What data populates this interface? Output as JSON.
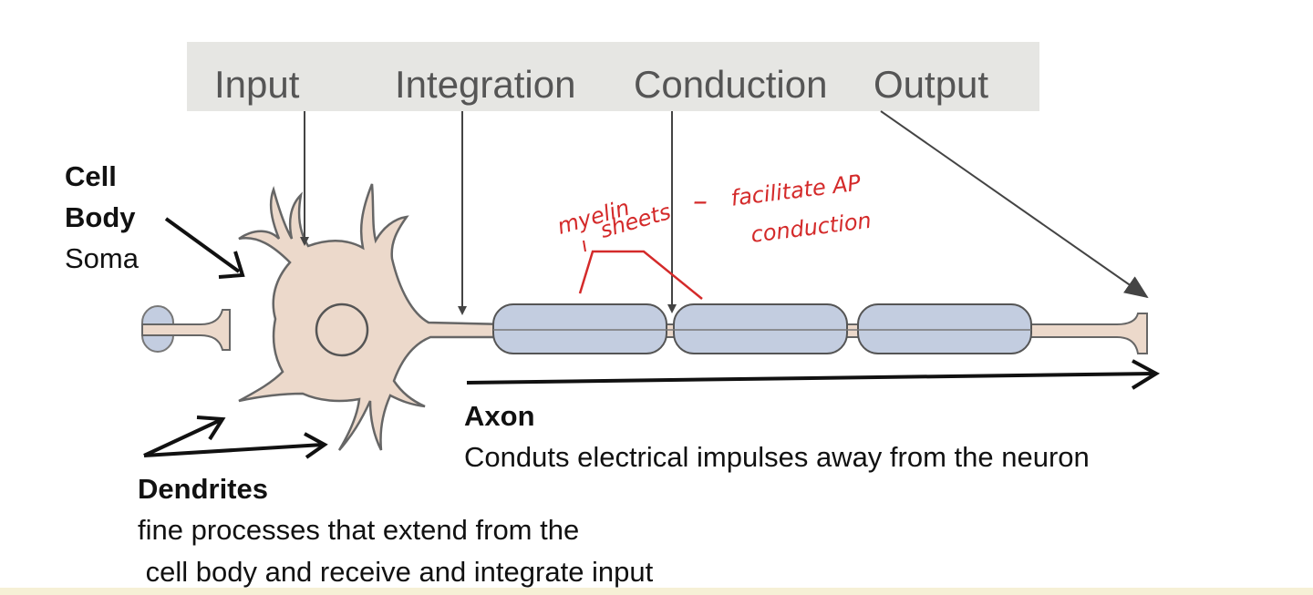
{
  "phases": {
    "input": "Input",
    "integration": "Integration",
    "conduction": "Conduction",
    "output": "Output"
  },
  "cell_body": {
    "line1": "Cell",
    "line2": "Body",
    "line3": "Soma"
  },
  "dendrites": {
    "title": "Dendrites",
    "desc_line1": "fine processes that extend from the",
    "desc_line2": " cell body and receive and integrate input"
  },
  "axon": {
    "title": "Axon",
    "desc": "Conduts electrical impulses away from the neuron"
  },
  "annotation": {
    "myelin_line1": "myelin",
    "myelin_line2": "sheets",
    "dash": "–",
    "note_line1": "facilitate AP",
    "note_line2": "conduction"
  },
  "colors": {
    "band": "#e6e6e3",
    "soma": "#ecd9cb",
    "myelin": "#c3cde0",
    "outline": "#555555",
    "annotation": "#d42a2a"
  }
}
